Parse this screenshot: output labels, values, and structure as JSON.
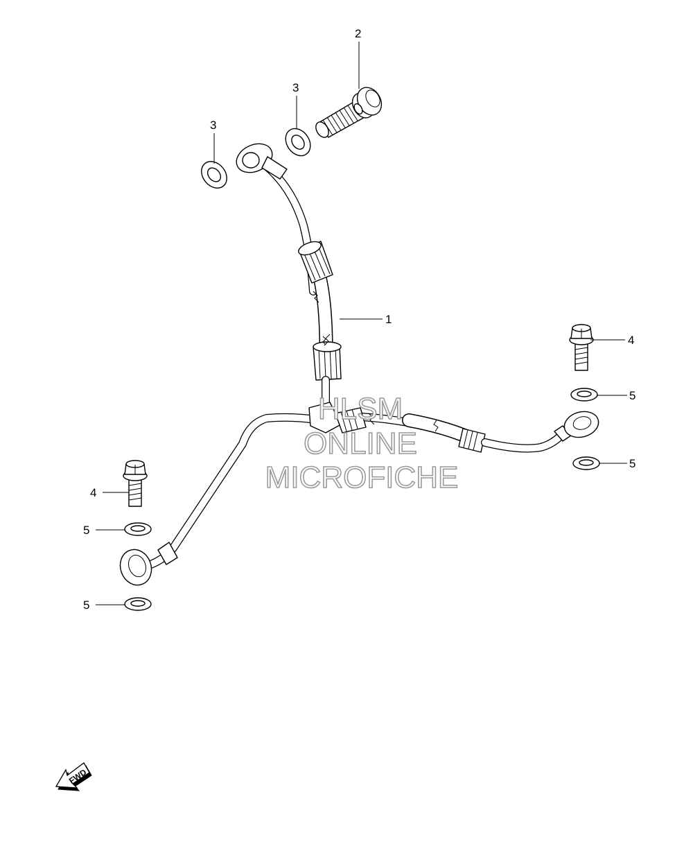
{
  "callouts": [
    {
      "label": "1"
    },
    {
      "label": "2"
    },
    {
      "label": "3"
    },
    {
      "label": "3"
    },
    {
      "label": "4"
    },
    {
      "label": "4"
    },
    {
      "label": "5"
    },
    {
      "label": "5"
    },
    {
      "label": "5"
    },
    {
      "label": "5"
    }
  ],
  "watermark": {
    "line1": "HLSM",
    "line2": "ONLINE",
    "line3": "MICROFICHE",
    "color": "#9a9a9a"
  },
  "direction_marker": {
    "label": "FWD",
    "icon": "arrow-left-down-icon"
  }
}
